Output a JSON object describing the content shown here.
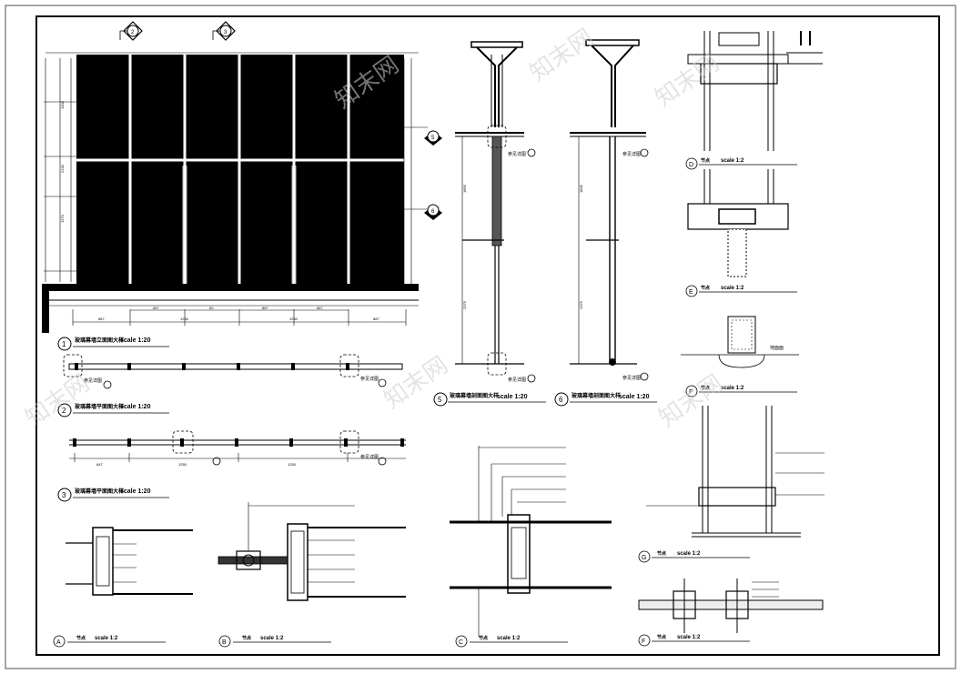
{
  "sheet": {
    "background": "#ffffff",
    "line_color": "#000000",
    "panel_fill": "#000000",
    "watermark_color": "#cfcfcf"
  },
  "views": [
    {
      "id": "1",
      "title": "玻璃幕墙立面图大样",
      "scale": "scale 1:20"
    },
    {
      "id": "2",
      "title": "玻璃幕墙平面图大样",
      "scale": "scale 1:20"
    },
    {
      "id": "3",
      "title": "玻璃幕墙平面图大样",
      "scale": "scale 1:20"
    },
    {
      "id": "5",
      "title": "玻璃幕墙剖面图大样",
      "scale": "scale 1:20"
    },
    {
      "id": "6",
      "title": "玻璃幕墙剖面图大样",
      "scale": "scale 1:20"
    }
  ],
  "details": [
    {
      "id": "A",
      "title": "节点",
      "scale": "scale 1:2"
    },
    {
      "id": "B",
      "title": "节点",
      "scale": "scale 1:2"
    },
    {
      "id": "C",
      "title": "节点",
      "scale": "scale 1:2"
    },
    {
      "id": "D",
      "title": "节点",
      "scale": "scale 1:2"
    },
    {
      "id": "E",
      "title": "节点",
      "scale": "scale 1:2"
    },
    {
      "id": "F",
      "title": "节点",
      "scale": "scale 1:2"
    },
    {
      "id": "G",
      "title": "节点",
      "scale": "scale 1:2"
    },
    {
      "id": "F2",
      "label": "F",
      "title": "节点",
      "scale": "scale 1:2"
    }
  ],
  "markers": {
    "elevation_top": [
      "2",
      "3"
    ],
    "elevation_right": [
      "5",
      "6"
    ],
    "callouts": [
      "A",
      "B",
      "C",
      "D",
      "E",
      "F",
      "G"
    ],
    "callout_text": "参见详图"
  },
  "elevation_dims": {
    "bottom": [
      "887",
      "687",
      "1250",
      "60",
      "887",
      "1250",
      "687",
      "887"
    ],
    "left": [
      "1300",
      "2130",
      "1270"
    ]
  },
  "section_dims": [
    "1895",
    "2375"
  ],
  "plan_dims": [
    "847",
    "1250",
    "1250"
  ],
  "detail_F_note": "地面面",
  "watermark": "知末网"
}
